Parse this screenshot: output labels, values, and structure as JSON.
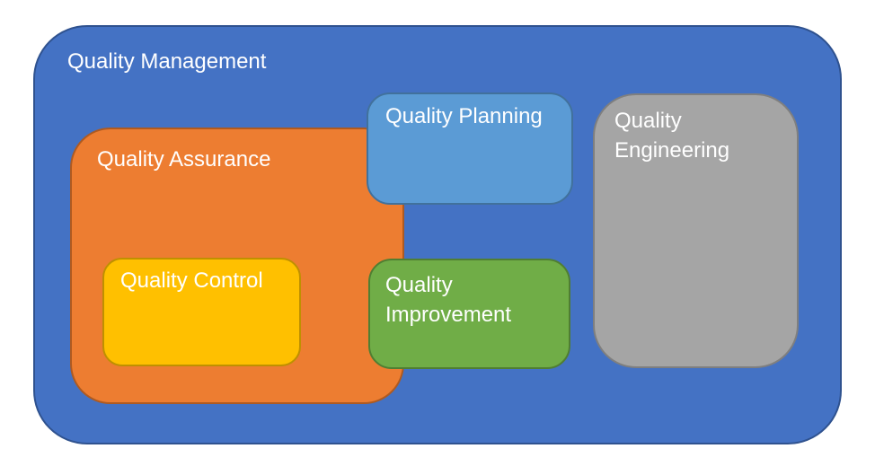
{
  "diagram": {
    "title": "Quality Management",
    "text_color": "#FFFFFF",
    "background": "#FFFFFF",
    "nodes": {
      "management": {
        "label": "Quality Management",
        "fill": "#4472C4",
        "border": "#2F528F"
      },
      "assurance": {
        "label": "Quality Assurance",
        "fill": "#ED7D31",
        "border": "#AE5A21"
      },
      "control": {
        "label": "Quality Control",
        "fill": "#FFC000",
        "border": "#BF9000"
      },
      "planning": {
        "label": "Quality Planning",
        "fill": "#5B9BD5",
        "border": "#41719C"
      },
      "improvement": {
        "label": "Quality Improvement",
        "fill": "#70AD47",
        "border": "#507E32"
      },
      "engineering": {
        "label": "Quality Engineering",
        "fill": "#A5A5A5",
        "border": "#7F7F7F"
      }
    },
    "hierarchy": {
      "management_contains": [
        "assurance",
        "planning",
        "improvement",
        "engineering"
      ],
      "assurance_contains": [
        "control"
      ]
    }
  }
}
